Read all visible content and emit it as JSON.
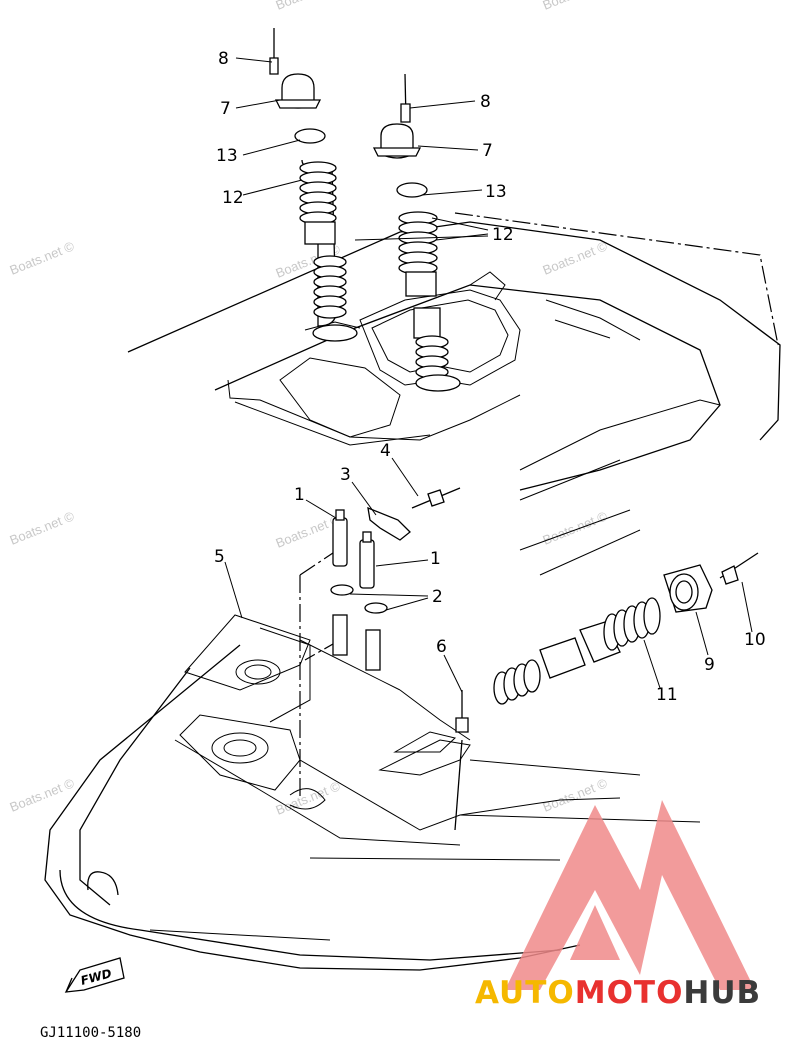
{
  "callouts": {
    "c8a": "8",
    "c7a": "7",
    "c13a": "13",
    "c12a": "12",
    "c8b": "8",
    "c7b": "7",
    "c13b": "13",
    "c12b": "12",
    "c4": "4",
    "c3": "3",
    "c1a": "1",
    "c1b": "1",
    "c2": "2",
    "c5": "5",
    "c6": "6",
    "c11": "11",
    "c9": "9",
    "c10": "10"
  },
  "watermark": "Boats.net ©",
  "fwd_label": "FWD",
  "part_code": "GJ11100-5180",
  "logo": {
    "auto": "AUTO",
    "moto": "MOTO",
    "hub": "HUB",
    "color_auto": "#f5b800",
    "color_moto": "#e8312f",
    "color_hub": "#3b3b3b",
    "color_mark": "#f08a8a"
  }
}
